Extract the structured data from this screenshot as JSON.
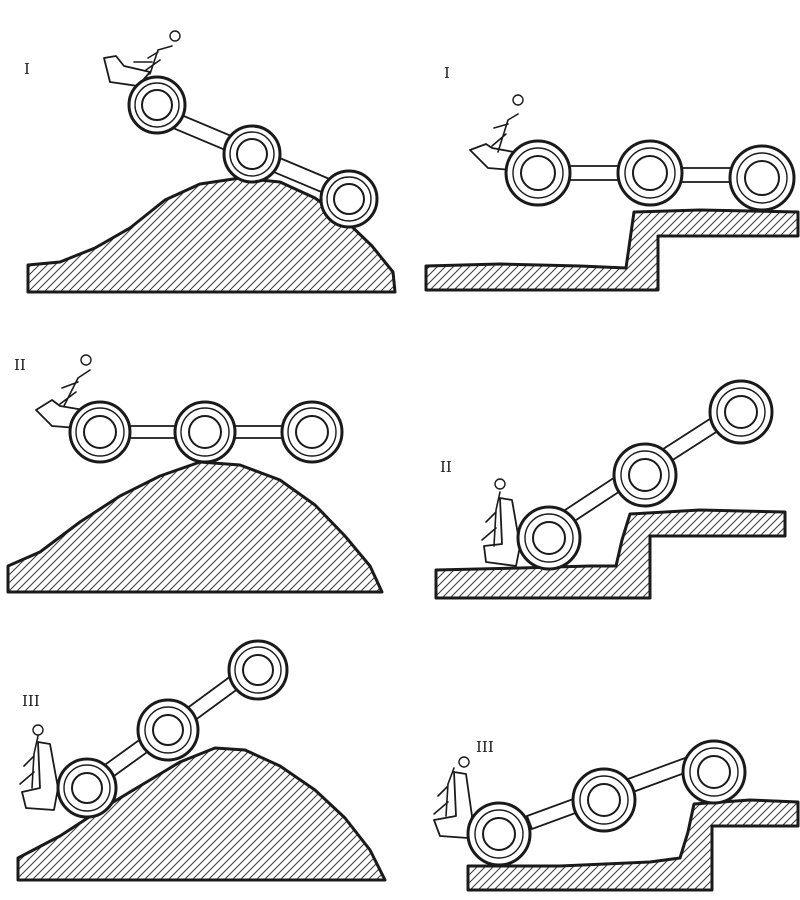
{
  "panels": [
    {
      "id": "hill-1",
      "label": "I"
    },
    {
      "id": "step-1",
      "label": "I"
    },
    {
      "id": "hill-2",
      "label": "II"
    },
    {
      "id": "step-2",
      "label": "II"
    },
    {
      "id": "hill-3",
      "label": "III"
    },
    {
      "id": "step-3",
      "label": "III"
    }
  ]
}
